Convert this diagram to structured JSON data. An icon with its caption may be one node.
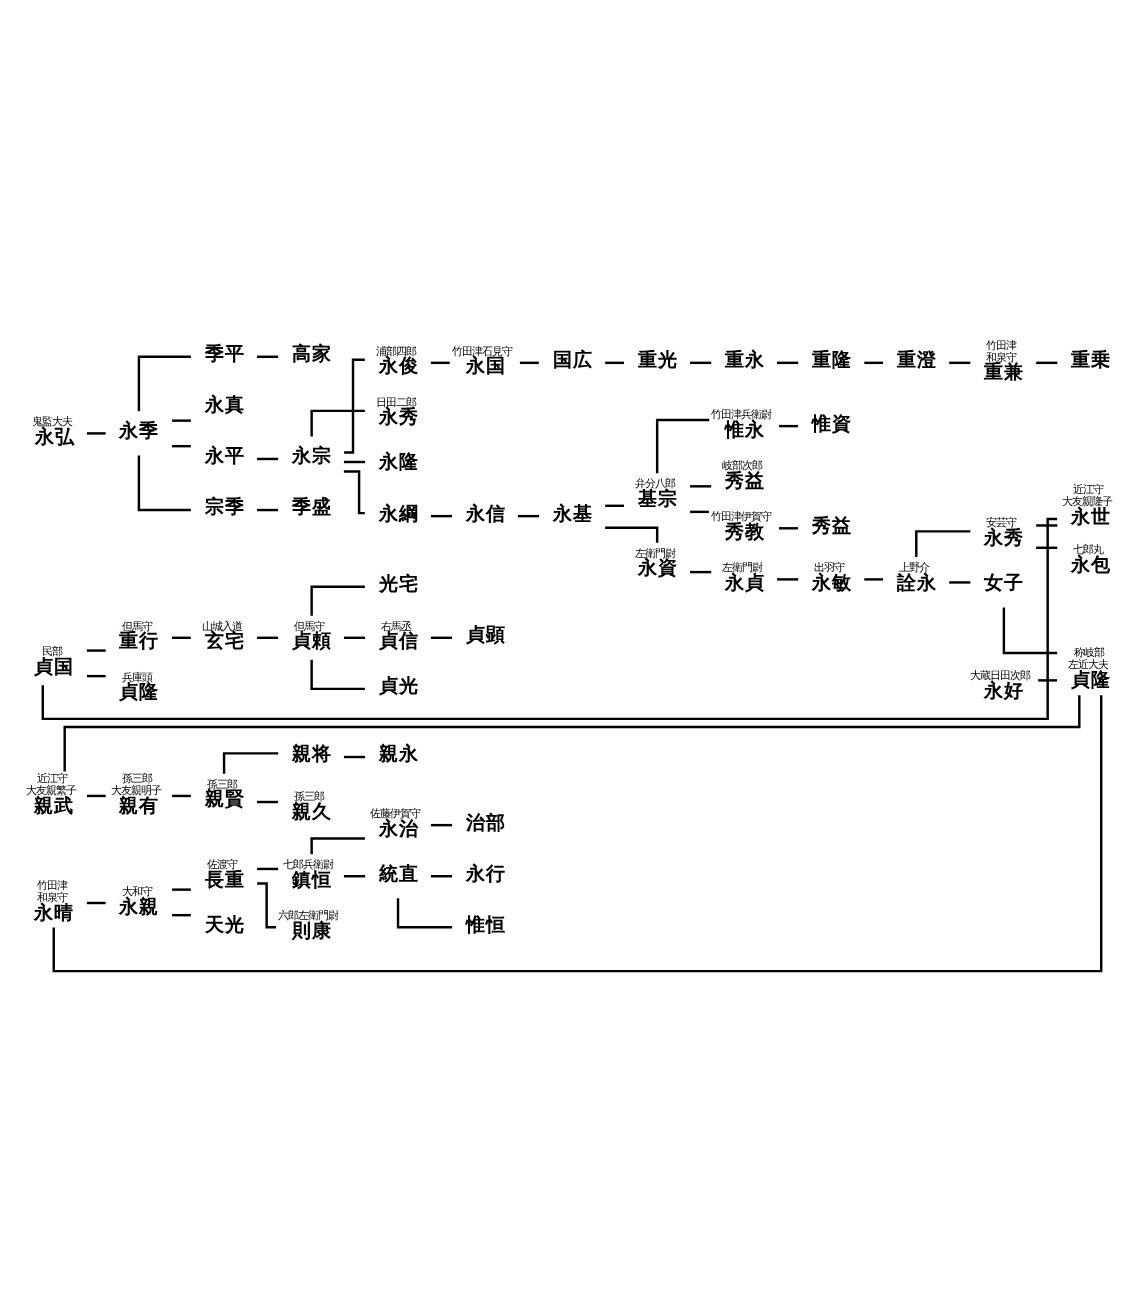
{
  "diagram": {
    "nodes": [
      {
        "text": [
          "永弘"
        ],
        "beside": [
          "鬼監大夫"
        ]
      },
      {
        "text": [
          "永季"
        ]
      },
      {
        "text": [
          "宗季"
        ]
      },
      {
        "text": [
          "季盛"
        ]
      },
      {
        "text": [
          "季平"
        ]
      },
      {
        "text": [
          "高家"
        ]
      },
      {
        "text": [
          "永真"
        ]
      },
      {
        "text": [
          "永平"
        ]
      },
      {
        "text": [
          "永宗"
        ]
      },
      {
        "text": [
          "永秀"
        ],
        "beside": [
          "日田二郎"
        ]
      },
      {
        "text": [
          "永隆"
        ]
      },
      {
        "text": [
          "永綱"
        ]
      },
      {
        "text": [
          "永信"
        ]
      },
      {
        "text": [
          "永基"
        ]
      },
      {
        "text": [
          "永資"
        ],
        "beside": [
          "左衛門尉"
        ]
      },
      {
        "text": [
          "永貞"
        ],
        "beside": [
          "左衛門尉"
        ]
      },
      {
        "text": [
          "永敏"
        ],
        "beside": [
          "出羽守"
        ]
      },
      {
        "text": [
          "詮永"
        ],
        "beside": [
          "上野介"
        ]
      },
      {
        "text": [
          "永秀"
        ],
        "beside": [
          "安芸守"
        ]
      },
      {
        "text": [
          "永包"
        ],
        "beside": [
          "七郎丸"
        ]
      },
      {
        "text": [
          "永世"
        ],
        "beside": [
          "近江守",
          "大友親隆子"
        ]
      },
      {
        "text": [
          "女子"
        ]
      },
      {
        "text": [
          "貞隆"
        ],
        "beside": [
          "称岐部",
          "左近大夫"
        ]
      },
      {
        "text": [
          "永好"
        ],
        "beside": [
          "大蔵日田次郎"
        ]
      },
      {
        "text": [
          "基宗"
        ],
        "beside": [
          "弁分八郎"
        ]
      },
      {
        "text": [
          "秀益"
        ],
        "beside": [
          "岐部次郎"
        ]
      },
      {
        "text": [
          "秀教"
        ],
        "beside": [
          "竹田津伊賀守"
        ]
      },
      {
        "text": [
          "秀益"
        ]
      },
      {
        "text": [
          "惟永"
        ],
        "beside": [
          "竹田津兵衛尉"
        ]
      },
      {
        "text": [
          "惟資"
        ]
      },
      {
        "text": [
          "永俊"
        ],
        "beside": [
          "浦部四郎"
        ]
      },
      {
        "text": [
          "永国"
        ],
        "beside": [
          "竹田津石見守"
        ]
      },
      {
        "text": [
          "国広"
        ]
      },
      {
        "text": [
          "重光"
        ]
      },
      {
        "text": [
          "重永"
        ]
      },
      {
        "text": [
          "重隆"
        ]
      },
      {
        "text": [
          "重澄"
        ]
      },
      {
        "text": [
          "重兼"
        ],
        "beside": [
          "竹田津",
          "和泉守"
        ]
      },
      {
        "text": [
          "重乗"
        ]
      },
      {
        "text": [
          "親武"
        ],
        "beside": [
          "近江守",
          "大友親繁子"
        ]
      },
      {
        "text": [
          "親有"
        ],
        "beside": [
          "孫三郎",
          "大友親明子"
        ]
      },
      {
        "text": [
          "親賢"
        ],
        "beside": [
          "孫三郎"
        ]
      },
      {
        "text": [
          "親久"
        ],
        "beside": [
          "孫三郎"
        ]
      },
      {
        "text": [
          "親将"
        ]
      },
      {
        "text": [
          "親永"
        ]
      },
      {
        "text": [
          "永晴"
        ],
        "beside": [
          "竹田津",
          "和泉守"
        ]
      },
      {
        "text": [
          "永親"
        ],
        "beside": [
          "大和守"
        ]
      },
      {
        "text": [
          "天光"
        ]
      },
      {
        "text": [
          "長重"
        ],
        "beside": [
          "佐渡守"
        ]
      },
      {
        "text": [
          "則康"
        ],
        "beside": [
          "六郎左衛門尉"
        ]
      },
      {
        "text": [
          "鎮恒"
        ],
        "beside": [
          "七郎兵衛尉"
        ]
      },
      {
        "text": [
          "統直"
        ]
      },
      {
        "text": [
          "永行"
        ]
      },
      {
        "text": [
          "惟恒"
        ]
      },
      {
        "text": [
          "永治"
        ],
        "beside": [
          "佐藤伊賀守"
        ]
      },
      {
        "text": [
          "治部"
        ]
      },
      {
        "text": [
          "貞国"
        ],
        "beside": [
          "民部"
        ]
      },
      {
        "text": [
          "重行"
        ],
        "beside": [
          "但馬守"
        ]
      },
      {
        "text": [
          "貞隆"
        ],
        "beside": [
          "兵庫頭"
        ]
      },
      {
        "text": [
          "玄宅"
        ],
        "beside": [
          "山城入道"
        ]
      },
      {
        "text": [
          "貞頼"
        ],
        "beside": [
          "但馬守"
        ]
      },
      {
        "text": [
          "貞信"
        ],
        "beside": [
          "右馬丞"
        ]
      },
      {
        "text": [
          "貞顕"
        ]
      },
      {
        "text": [
          "貞光"
        ]
      },
      {
        "text": [
          "光宅"
        ]
      }
    ],
    "edges": [
      {
        "from": 0,
        "to": 1,
        "arrow": "none"
      },
      {
        "from": 1,
        "to": 2,
        "arrow": "none"
      },
      {
        "from": 2,
        "to": 3,
        "arrow": "none"
      },
      {
        "from": 1,
        "to": 4,
        "arrow": "none"
      },
      {
        "from": 4,
        "to": 5,
        "arrow": "none"
      },
      {
        "from": 1,
        "to": 6,
        "arrow": "none"
      },
      {
        "from": 1,
        "to": 7,
        "arrow": "none"
      },
      {
        "from": 7,
        "to": 8,
        "arrow": "none"
      },
      {
        "from": 8,
        "to": 9,
        "arrow": "none"
      },
      {
        "from": 8,
        "to": 10,
        "arrow": "none"
      },
      {
        "from": 8,
        "to": 11,
        "arrow": "none"
      },
      {
        "from": 11,
        "to": 12,
        "arrow": "none"
      },
      {
        "from": 12,
        "to": 13,
        "arrow": "none"
      },
      {
        "from": 13,
        "to": 14,
        "arrow": "none"
      },
      {
        "from": 14,
        "to": 15,
        "arrow": "none"
      },
      {
        "from": 15,
        "to": 16,
        "arrow": "none"
      },
      {
        "from": 16,
        "to": 17,
        "arrow": "none"
      },
      {
        "from": 17,
        "to": 18,
        "arrow": "none"
      },
      {
        "from": 17,
        "to": 21,
        "arrow": "none"
      },
      {
        "from": 18,
        "to": 19,
        "arrow": "none"
      },
      {
        "from": 18,
        "to": 20,
        "arrow": "none"
      },
      {
        "from": 21,
        "to": 22,
        "arrow": "none"
      },
      {
        "from": 23,
        "to": 22,
        "arrow": "none"
      },
      {
        "from": 13,
        "to": 24,
        "arrow": "none"
      },
      {
        "from": 24,
        "to": 25,
        "arrow": "none"
      },
      {
        "from": 24,
        "to": 26,
        "arrow": "none"
      },
      {
        "from": 26,
        "to": 27,
        "arrow": "none"
      },
      {
        "from": 24,
        "to": 28,
        "arrow": "none"
      },
      {
        "from": 28,
        "to": 29,
        "arrow": "none"
      },
      {
        "from": 8,
        "to": 30,
        "arrow": "none"
      },
      {
        "from": 30,
        "to": 31,
        "arrow": "none"
      },
      {
        "from": 31,
        "to": 32,
        "arrow": "none"
      },
      {
        "from": 32,
        "to": 33,
        "arrow": "none"
      },
      {
        "from": 33,
        "to": 34,
        "arrow": "none"
      },
      {
        "from": 34,
        "to": 35,
        "arrow": "none"
      },
      {
        "from": 35,
        "to": 36,
        "arrow": "none"
      },
      {
        "from": 36,
        "to": 37,
        "arrow": "none"
      },
      {
        "from": 37,
        "to": 38,
        "arrow": "none"
      },
      {
        "from": 20,
        "to": 56,
        "arrow": "none"
      },
      {
        "from": 22,
        "to": 39,
        "arrow": "none"
      },
      {
        "from": 22,
        "to": 45,
        "arrow": "none"
      },
      {
        "from": 39,
        "to": 40,
        "arrow": "none"
      },
      {
        "from": 40,
        "to": 41,
        "arrow": "none"
      },
      {
        "from": 41,
        "to": 42,
        "arrow": "none"
      },
      {
        "from": 41,
        "to": 43,
        "arrow": "none"
      },
      {
        "from": 43,
        "to": 44,
        "arrow": "none"
      },
      {
        "from": 45,
        "to": 46,
        "arrow": "none"
      },
      {
        "from": 46,
        "to": 47,
        "arrow": "none"
      },
      {
        "from": 46,
        "to": 48,
        "arrow": "none"
      },
      {
        "from": 48,
        "to": 49,
        "arrow": "none"
      },
      {
        "from": 48,
        "to": 50,
        "arrow": "none"
      },
      {
        "from": 50,
        "to": 51,
        "arrow": "none"
      },
      {
        "from": 51,
        "to": 52,
        "arrow": "none"
      },
      {
        "from": 51,
        "to": 53,
        "arrow": "none"
      },
      {
        "from": 50,
        "to": 54,
        "arrow": "none"
      },
      {
        "from": 54,
        "to": 55,
        "arrow": "none"
      },
      {
        "from": 56,
        "to": 57,
        "arrow": "none"
      },
      {
        "from": 56,
        "to": 58,
        "arrow": "none"
      },
      {
        "from": 57,
        "to": 59,
        "arrow": "none"
      },
      {
        "from": 59,
        "to": 60,
        "arrow": "none"
      },
      {
        "from": 60,
        "to": 61,
        "arrow": "none"
      },
      {
        "from": 61,
        "to": 62,
        "arrow": "none"
      },
      {
        "from": 60,
        "to": 63,
        "arrow": "none"
      },
      {
        "from": 60,
        "to": 64,
        "arrow": "none"
      }
    ]
  }
}
